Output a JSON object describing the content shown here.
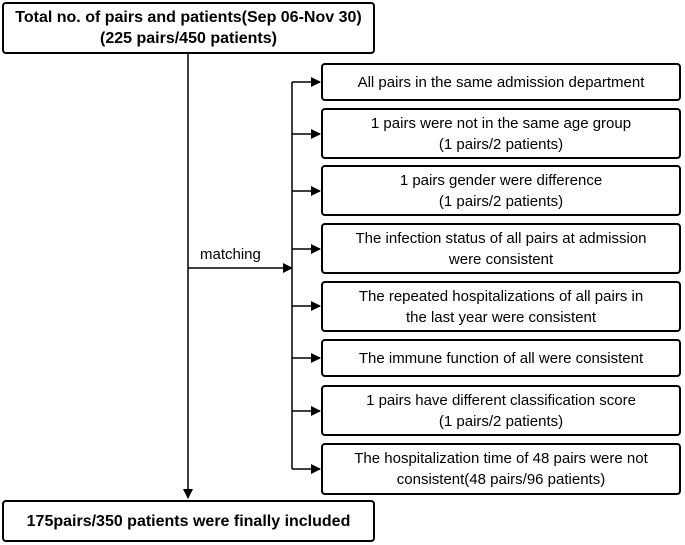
{
  "top": {
    "line1": "Total no. of pairs and patients(Sep 06-Nov 30)",
    "line2": "(225 pairs/450 patients)"
  },
  "matching_label": "matching",
  "criteria": [
    {
      "line1": "All pairs in the same admission department",
      "line2": ""
    },
    {
      "line1": "1 pairs were not in the same age group",
      "line2": "(1 pairs/2 patients)"
    },
    {
      "line1": "1 pairs gender were difference",
      "line2": "(1 pairs/2 patients)"
    },
    {
      "line1": "The infection status of all pairs at admission",
      "line2": "were consistent"
    },
    {
      "line1": "The repeated hospitalizations of all pairs in",
      "line2": "the last year were consistent"
    },
    {
      "line1": "The immune function of all were consistent",
      "line2": ""
    },
    {
      "line1": "1 pairs have different classification score",
      "line2": "(1 pairs/2 patients)"
    },
    {
      "line1": "The hospitalization time of 48 pairs were not",
      "line2": "consistent(48 pairs/96 patients)"
    }
  ],
  "bottom": {
    "line1": "175pairs/350 patients were finally included"
  }
}
